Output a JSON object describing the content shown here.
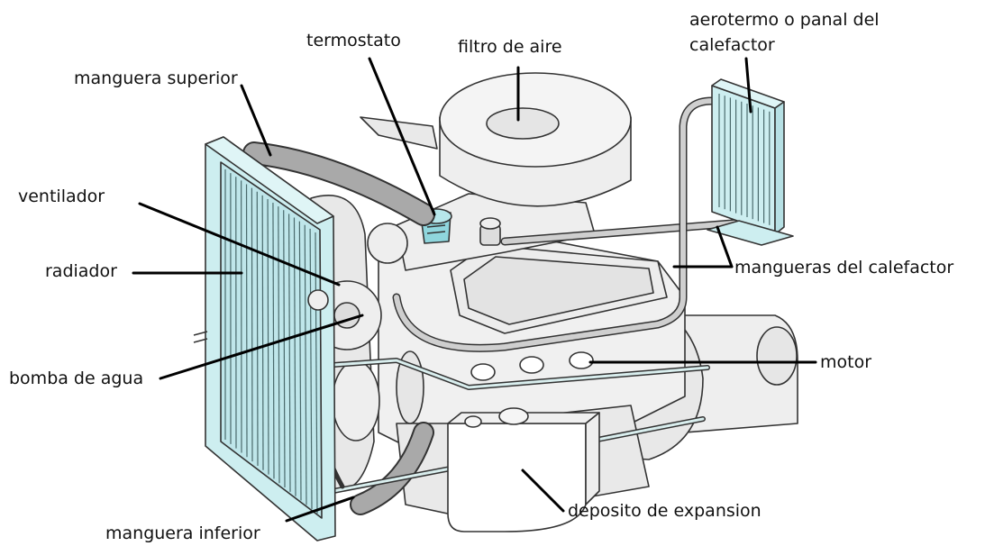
{
  "labels": {
    "termostato": "termostato",
    "filtro_de_aire": "filtro de aire",
    "aerotermo": "aerotermo o panal del calefactor",
    "manguera_superior": "manguera superior",
    "ventilador": "ventilador",
    "radiador": "radiador",
    "mangueras_del_calefactor": "mangueras del calefactor",
    "bomba_de_agua": "bomba de agua",
    "motor": "motor",
    "deposito_de_expansion": "deposito de expansion",
    "manguera_inferior": "manguera inferior"
  },
  "colors": {
    "radiator": "#cdeef0",
    "engine_fill": "#f2f2f2",
    "hose": "#a9a9a9",
    "outline": "#333333",
    "thermostat": "#8fd6dd",
    "leader": "#000000"
  }
}
